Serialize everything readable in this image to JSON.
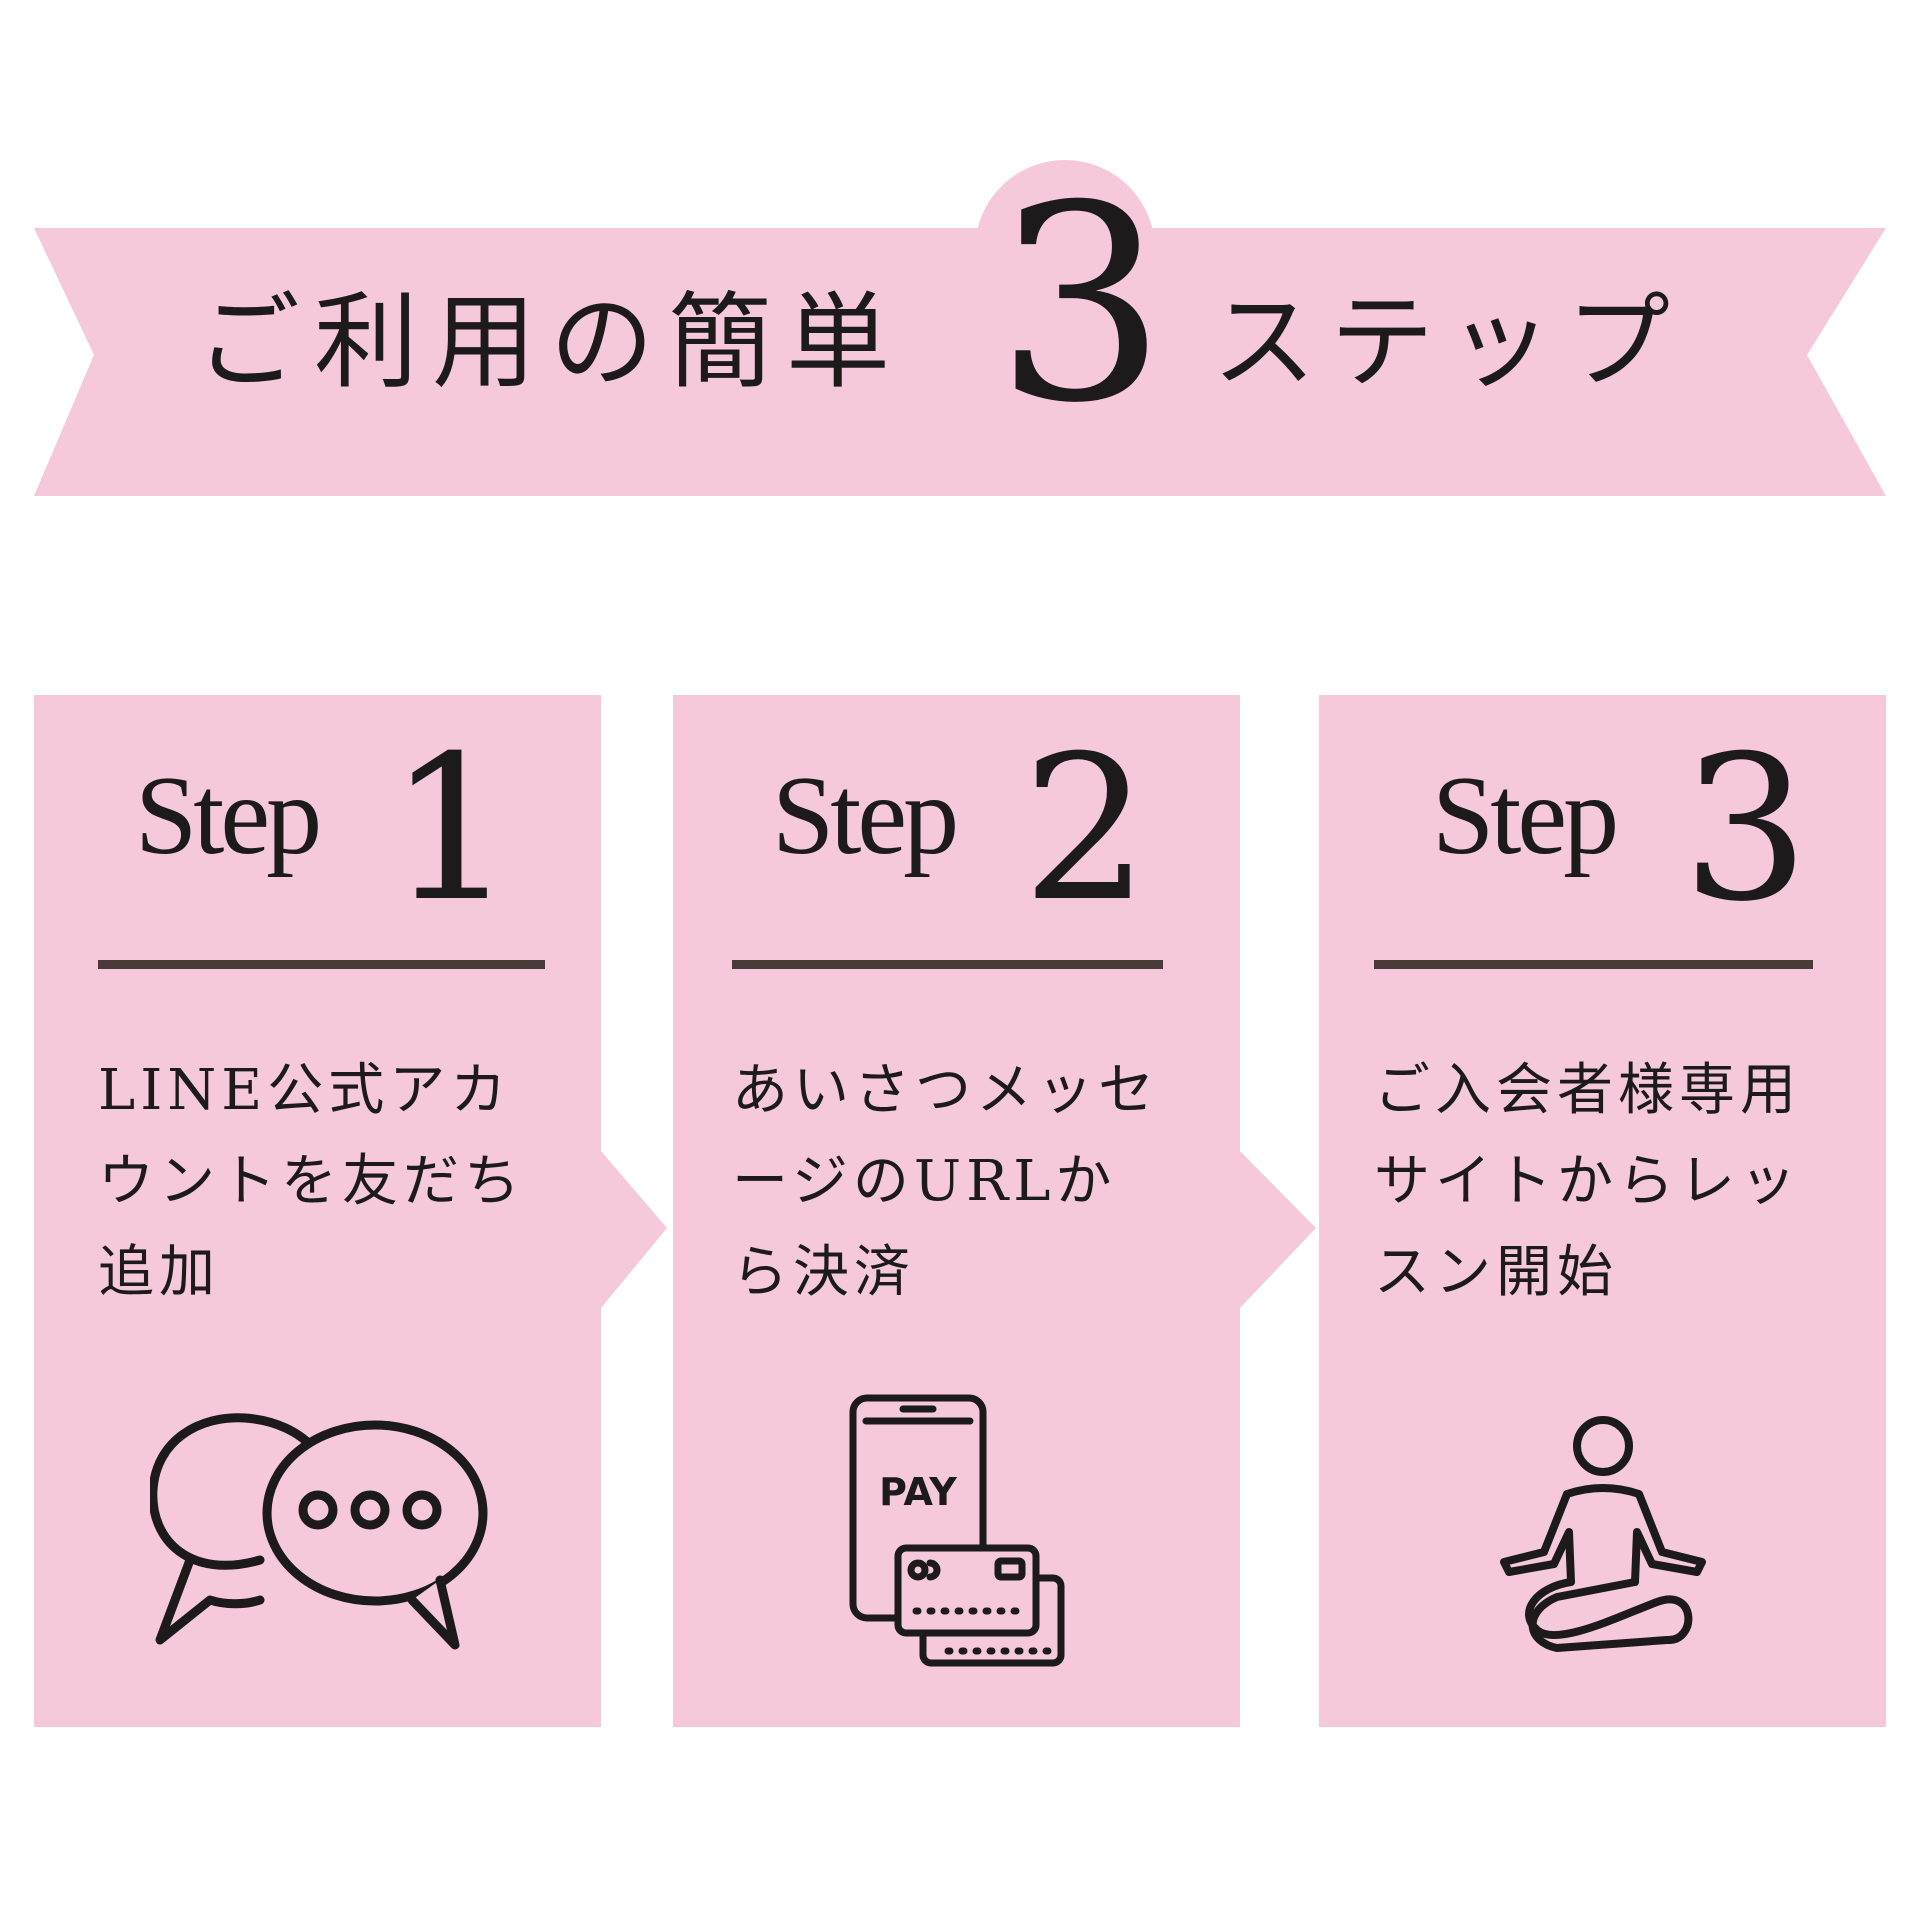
{
  "banner": {
    "title_prefix": "ご利用の簡単",
    "title_number": "3",
    "title_suffix": "ステップ"
  },
  "steps": [
    {
      "word": "Step",
      "number": "1",
      "lines": [
        "LINE公式アカ",
        "ウントを友だち",
        "追加"
      ],
      "icon": "chat-bubbles-icon"
    },
    {
      "word": "Step",
      "number": "2",
      "lines": [
        "あいさつメッセ",
        "ージのURLか",
        "ら決済"
      ],
      "icon": "phone-pay-cards-icon",
      "icon_text": "PAY"
    },
    {
      "word": "Step",
      "number": "3",
      "lines": [
        "ご入会者様専用",
        "サイトからレッ",
        "スン開始"
      ],
      "icon": "meditation-person-icon"
    }
  ],
  "colors": {
    "pink": "#f5c8dc",
    "divider": "#4a3b3b",
    "text": "#1c1a1b"
  }
}
